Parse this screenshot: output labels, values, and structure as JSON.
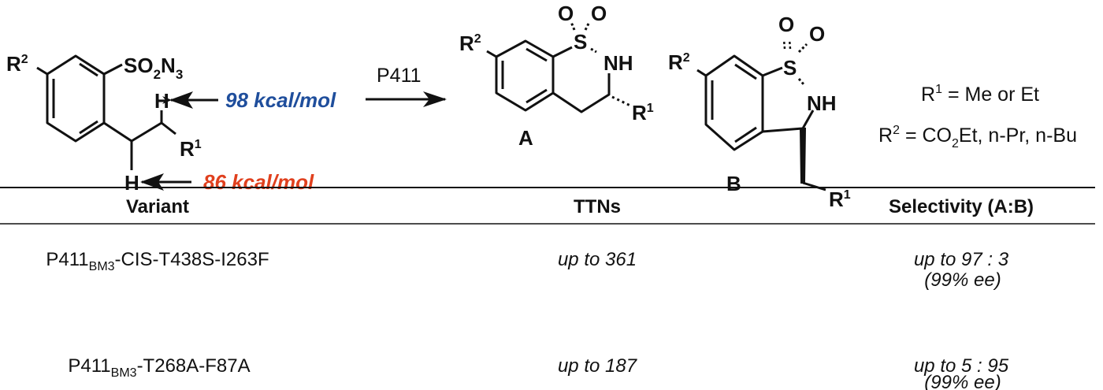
{
  "colors": {
    "blue": "#1f4e9c",
    "red": "#e0401e",
    "ink": "#111111"
  },
  "scheme": {
    "sm": {
      "r2": "R",
      "r2_sup": "2",
      "so2n3": [
        "SO",
        "2",
        "N",
        "3"
      ],
      "h": "H",
      "r1": "R",
      "r1_sup": "1"
    },
    "bde_top": "98 kcal/mol",
    "bde_bottom": "86 kcal/mol",
    "reagent": "P411",
    "product_a": {
      "label": "A",
      "o": "O",
      "s": "S",
      "nh": "NH",
      "r1": "R",
      "r1_sup": "1",
      "r2": "R",
      "r2_sup": "2"
    },
    "product_b": {
      "label": "B",
      "o": "O",
      "s": "S",
      "nh": "NH",
      "r1": "R",
      "r1_sup": "1",
      "r2": "R",
      "r2_sup": "2"
    },
    "legend": {
      "line1": [
        "R",
        "1",
        " = Me or Et"
      ],
      "line2": [
        "R",
        "2",
        " = CO",
        "2",
        "Et, n-Pr, n-Bu"
      ]
    }
  },
  "table": {
    "headers": [
      "Variant",
      "TTNs",
      "Selectivity (A:B)"
    ],
    "rows": [
      {
        "variant": [
          "P411",
          "BM3",
          "-CIS-T438S-I263F"
        ],
        "ttn": "up to 361",
        "sel": "up to 97 : 3",
        "ee": "(99% ee)"
      },
      {
        "variant": [
          "P411",
          "BM3",
          "-T268A-F87A"
        ],
        "ttn": "up to 187",
        "sel": "up to 5 : 95",
        "ee": "(99% ee)"
      }
    ]
  }
}
